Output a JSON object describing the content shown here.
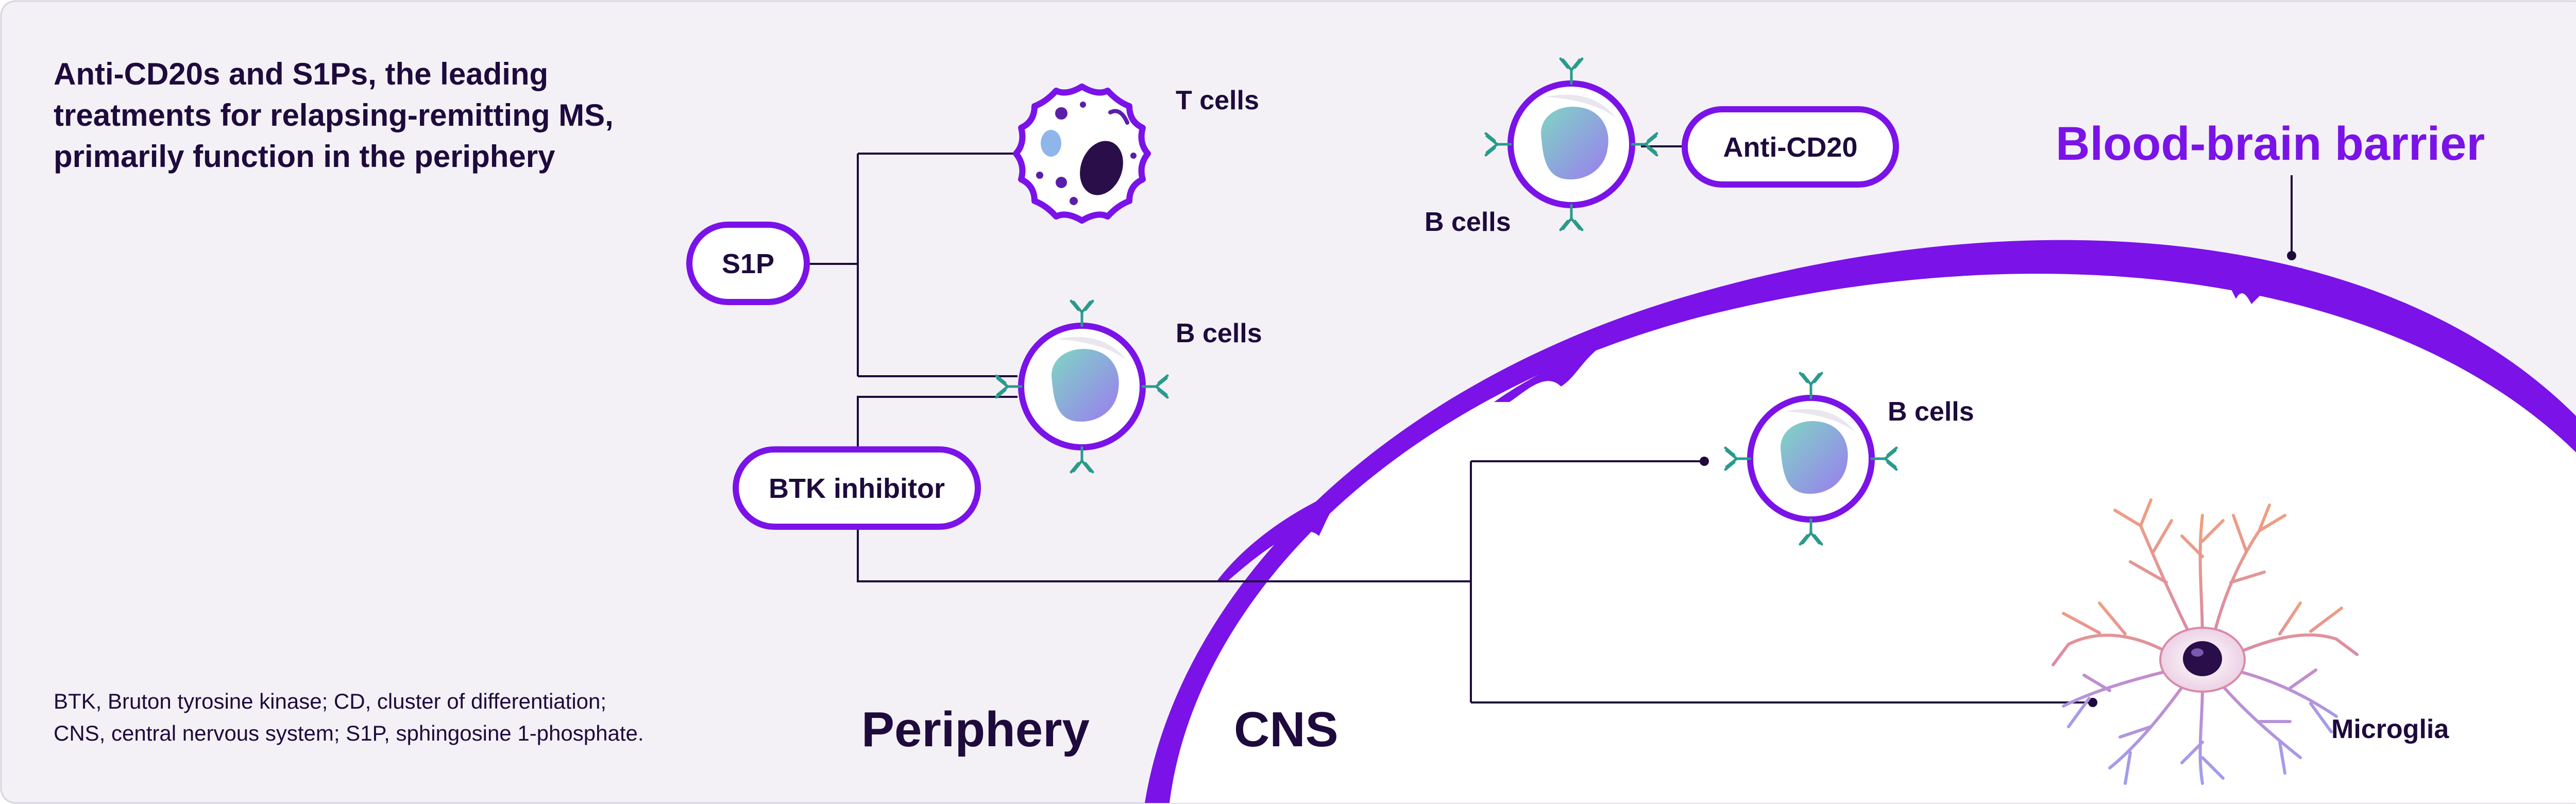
{
  "title": "Anti-CD20s and S1Ps, the leading treatments for relapsing-remitting MS, primarily function in the periphery",
  "footnote": {
    "line1": "BTK, Bruton tyrosine kinase; CD, cluster of differentiation;",
    "line2": "CNS, central nervous system; S1P, sphingosine 1-phosphate."
  },
  "treatments": {
    "s1p": "S1P",
    "btk": "BTK inhibitor",
    "anti_cd20": "Anti-CD20"
  },
  "cells": {
    "t_cells": "T cells",
    "b_cells_periphery": "B cells",
    "b_cells_top": "B cells",
    "b_cells_cns": "B cells",
    "microglia": "Microglia"
  },
  "regions": {
    "periphery": "Periphery",
    "cns": "CNS",
    "barrier": "Blood-brain barrier"
  },
  "colors": {
    "background": "#f3f1f6",
    "accent_purple": "#7b12e8",
    "text_dark": "#1e0a3c",
    "antibody_teal": "#2a9a8c",
    "line": "#1e0a3c"
  },
  "icons": [
    "t-cell-icon",
    "b-cell-icon",
    "antibody-icon",
    "microglia-icon"
  ]
}
